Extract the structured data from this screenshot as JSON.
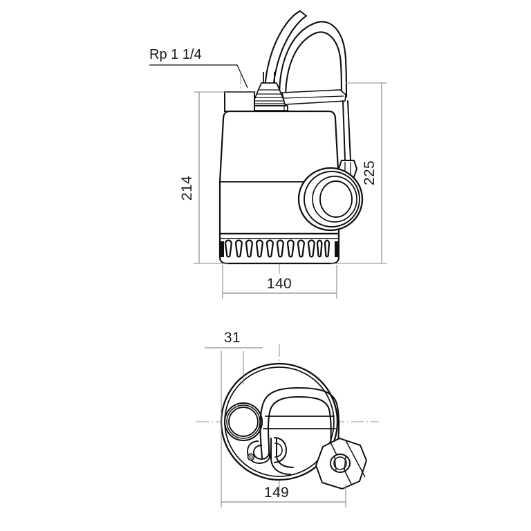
{
  "drawing": {
    "type": "technical-line-drawing",
    "subject": "submersible drainage pump with float switch",
    "views": [
      {
        "name": "front-elevation",
        "description": "pump shown from the side with cable, carrying handle, float switch and strainer inlet"
      },
      {
        "name": "top-plan",
        "description": "pump shown from above showing discharge port, carrying handle, cable gland and float switch"
      }
    ],
    "background_color": "#ffffff",
    "line_color": "#000000",
    "dimension_line_color": "#808080",
    "text_color": "#1a1a1a"
  },
  "annotations": {
    "outlet_thread": {
      "text": "Rp 1 1/4",
      "name": "outlet-thread-callout",
      "leader": "horizontal line then diagonal arrow down-right to the discharge port"
    }
  },
  "dimensions": {
    "front_view": [
      {
        "id": "height-body",
        "value": "214",
        "orientation": "vertical",
        "side": "left",
        "units": "mm",
        "description": "height from discharge flange top to bottom of strainer"
      },
      {
        "id": "height-overall",
        "value": "225",
        "orientation": "vertical",
        "side": "right",
        "units": "mm",
        "description": "overall height including cable gland"
      },
      {
        "id": "width-body",
        "value": "140",
        "orientation": "horizontal",
        "side": "bottom",
        "units": "mm",
        "description": "outside diameter of pump body"
      }
    ],
    "top_view": [
      {
        "id": "offset-outlet",
        "value": "31",
        "orientation": "horizontal",
        "side": "top",
        "units": "mm",
        "description": "offset from body edge to discharge port centre"
      },
      {
        "id": "width-overall-plan",
        "value": "149",
        "orientation": "horizontal",
        "side": "bottom",
        "units": "mm",
        "description": "overall width in plan including float switch"
      }
    ]
  },
  "components": {
    "cable": "power-cable",
    "handle": "carrying-handle",
    "gland": "cable-gland",
    "discharge": "discharge-outlet",
    "float": "float-switch",
    "strainer": "strainer-inlet-slots",
    "strainer_slot_count": 11,
    "body": "pump-body"
  }
}
